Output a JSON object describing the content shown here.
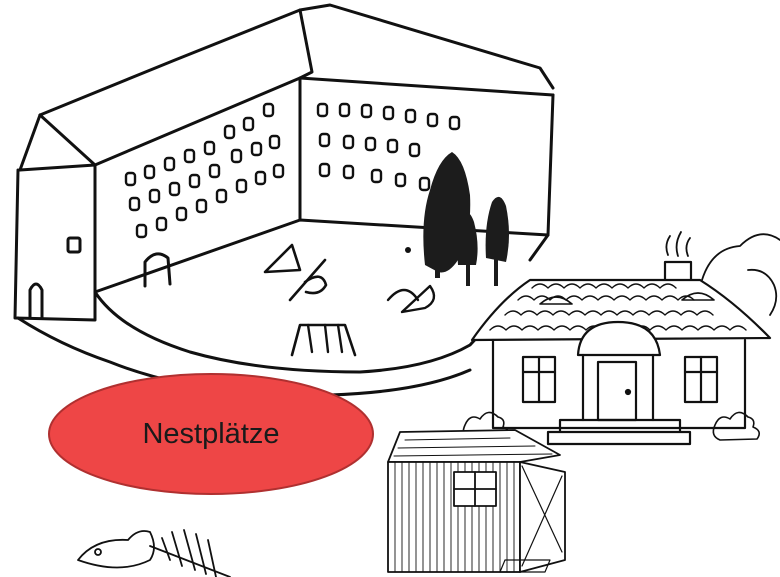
{
  "label": {
    "text": "Nestplätze",
    "fill": "#ee4646",
    "stroke": "#b03030"
  },
  "icons": [
    "school-building-sketch",
    "schoolyard-sketch",
    "trees-sketch",
    "house-icon",
    "shed-icon",
    "fish-skeleton-icon"
  ],
  "colors": {
    "ink": "#111111",
    "tree": "#1c1c1c",
    "background": "#ffffff"
  }
}
